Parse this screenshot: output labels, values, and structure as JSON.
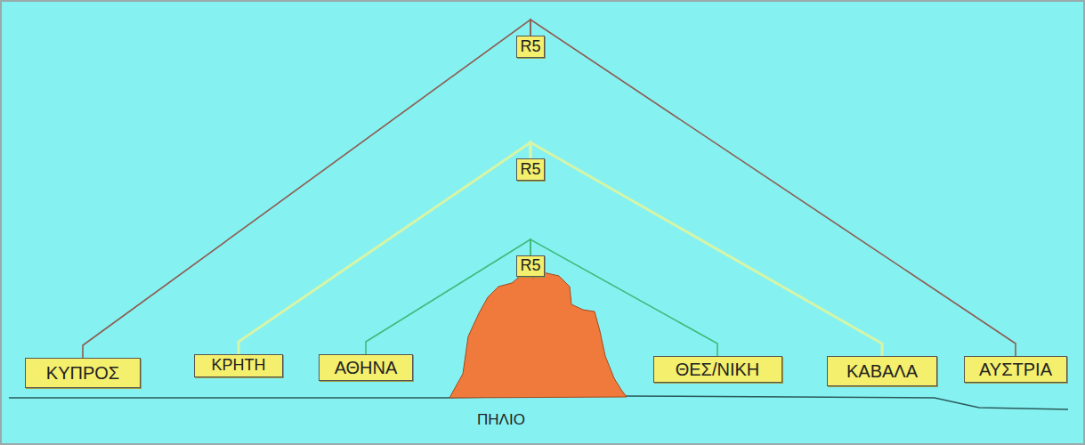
{
  "diagram": {
    "nodes": [
      {
        "text": [
          "R5"
        ]
      },
      {
        "text": [
          "R5"
        ]
      },
      {
        "text": [
          "R5"
        ]
      },
      {
        "text": [
          "ΚΥΠΡΟΣ"
        ]
      },
      {
        "text": [
          "ΚΡΗΤΗ"
        ]
      },
      {
        "text": [
          "ΑΘΗΝΑ"
        ]
      },
      {
        "text": [
          "ΘΕΣ/ΝΙΚΗ"
        ]
      },
      {
        "text": [
          "ΚΑΒΑΛΑ"
        ]
      },
      {
        "text": [
          "ΑΥΣΤΡΙΑ"
        ]
      }
    ],
    "edges": [
      {
        "from": 0,
        "to": 3,
        "arrow": "none"
      },
      {
        "from": 0,
        "to": 8,
        "arrow": "none"
      },
      {
        "from": 1,
        "to": 4,
        "arrow": "none"
      },
      {
        "from": 1,
        "to": 7,
        "arrow": "none"
      },
      {
        "from": 2,
        "to": 5,
        "arrow": "none"
      },
      {
        "from": 2,
        "to": 6,
        "arrow": "none"
      }
    ],
    "labels": [
      "ΠΗΛΙΟ"
    ]
  }
}
